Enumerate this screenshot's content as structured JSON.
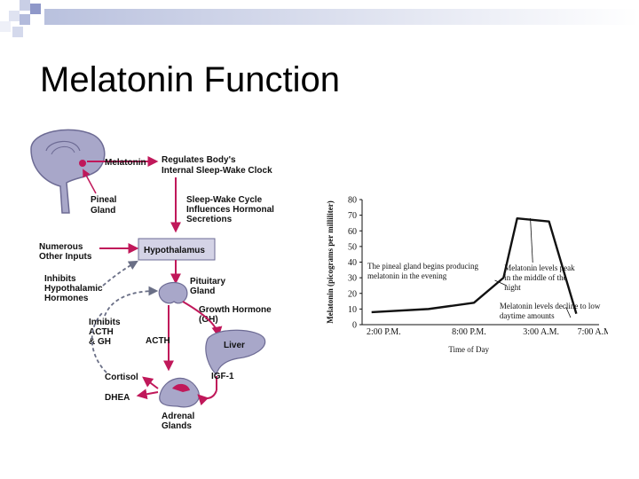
{
  "slide": {
    "title": "Melatonin Function"
  },
  "diagram": {
    "labels": {
      "melatonin": "Melatonin",
      "regulates_1": "Regulates Body's",
      "regulates_2": "Internal Sleep-Wake Clock",
      "pineal_1": "Pineal",
      "pineal_2": "Gland",
      "cycle_1": "Sleep-Wake Cycle",
      "cycle_2": "Influences Hormonal",
      "cycle_3": "Secretions",
      "numerous_1": "Numerous",
      "numerous_2": "Other Inputs",
      "hypothalamus": "Hypothalamus",
      "inhibits_hyp_1": "Inhibits",
      "inhibits_hyp_2": "Hypothalamic",
      "inhibits_hyp_3": "Hormones",
      "pituitary_1": "Pituitary",
      "pituitary_2": "Gland",
      "gh_1": "Growth Hormone",
      "gh_2": "(GH)",
      "inhibits_acth_1": "Inhibits",
      "inhibits_acth_2": "ACTH",
      "inhibits_acth_3": "& GH",
      "acth": "ACTH",
      "liver": "Liver",
      "igf": "IGF-1",
      "cortisol": "Cortisol",
      "dhea": "DHEA",
      "adrenal_1": "Adrenal",
      "adrenal_2": "Glands"
    }
  },
  "chart_data": {
    "type": "line",
    "title": "",
    "xlabel": "Time of Day",
    "ylabel": "Melatonin (picograms per milliliter)",
    "ylim": [
      0,
      80
    ],
    "yticks": [
      0,
      10,
      20,
      30,
      40,
      50,
      60,
      70,
      80
    ],
    "x_tick_labels": [
      "2:00 P.M.",
      "8:00 P.M.",
      "3:00 A.M.",
      "7:00 A.M."
    ],
    "series": [
      {
        "x": [
          0.0,
          0.25,
          0.45,
          0.58,
          0.64,
          0.78,
          0.9
        ],
        "values": [
          8,
          10,
          14,
          30,
          68,
          66,
          7
        ]
      }
    ],
    "annotations": {
      "evening_1": "The pineal gland begins producing",
      "evening_2": "melatonin in the evening",
      "peak_1": "Melatonin levels peak",
      "peak_2": "in the middle of the",
      "peak_3": "night",
      "decline_1": "Melatonin levels decline to low",
      "decline_2": "daytime amounts"
    },
    "grid": false,
    "legend": "none"
  }
}
